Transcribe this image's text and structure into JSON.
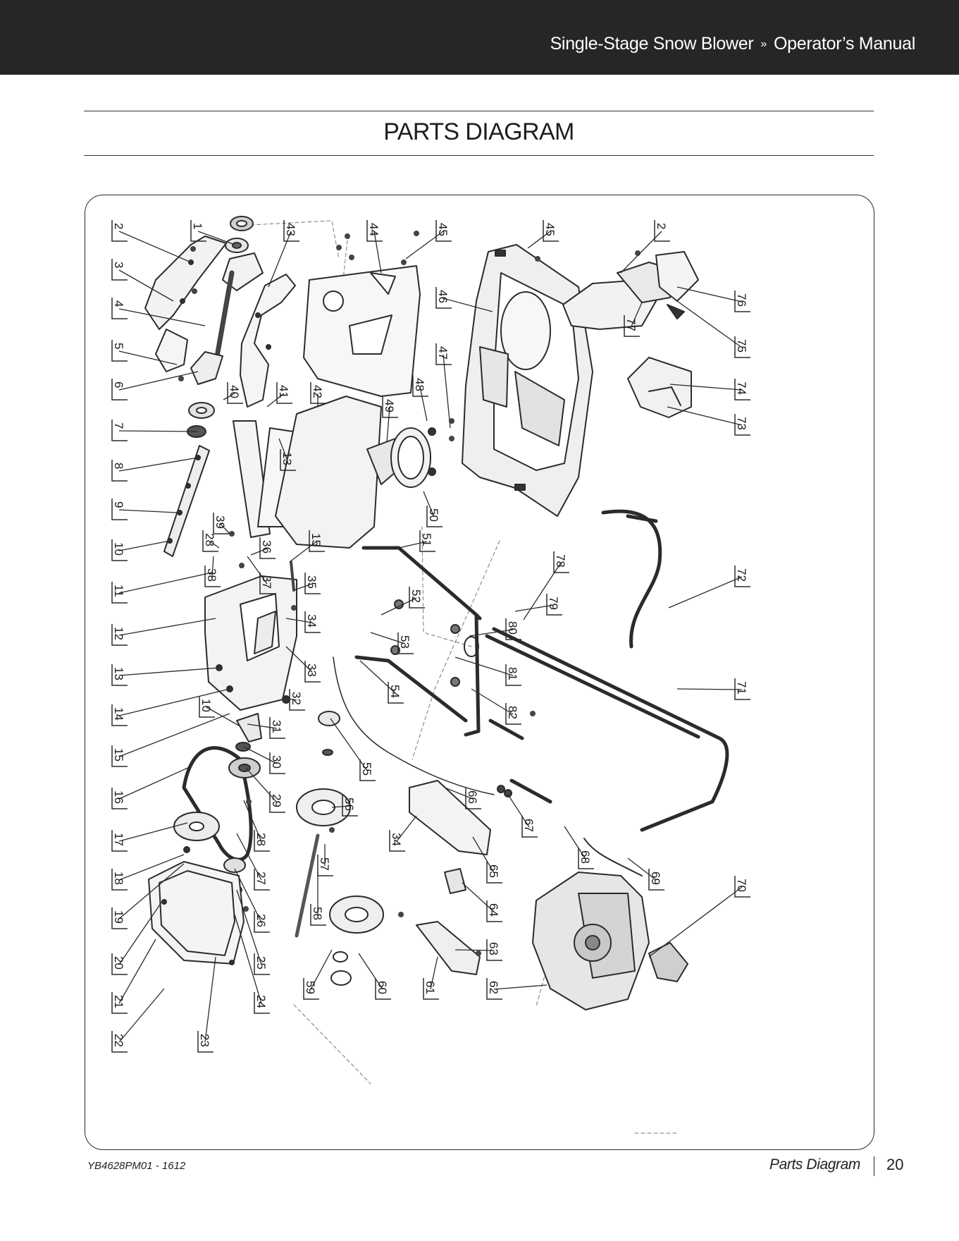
{
  "header": {
    "product": "Single-Stage Snow Blower",
    "separator": "»",
    "manual": "Operator’s Manual"
  },
  "page": {
    "title": "PARTS DIAGRAM"
  },
  "diagram": {
    "callouts": [
      "1",
      "2",
      "3",
      "4",
      "5",
      "6",
      "7",
      "8",
      "9",
      "10",
      "11",
      "12",
      "13",
      "14",
      "15",
      "16",
      "17",
      "18",
      "19",
      "20",
      "21",
      "22",
      "23",
      "24",
      "25",
      "26",
      "27",
      "28",
      "29",
      "30",
      "31",
      "32",
      "33",
      "34",
      "35",
      "36",
      "37",
      "38",
      "39",
      "40",
      "41",
      "42",
      "43",
      "44",
      "45",
      "46",
      "47",
      "48",
      "49",
      "50",
      "51",
      "52",
      "53",
      "54",
      "55",
      "56",
      "57",
      "58",
      "59",
      "60",
      "61",
      "62",
      "63",
      "64",
      "65",
      "66",
      "67",
      "68",
      "69",
      "70",
      "71",
      "72",
      "73",
      "74",
      "75",
      "76",
      "77",
      "78",
      "79",
      "80",
      "81",
      "82"
    ],
    "repeat_callouts": [
      "2",
      "10",
      "13",
      "15",
      "28",
      "34",
      "45"
    ]
  },
  "footer": {
    "code": "YB4628PM01 - 1612",
    "section": "Parts Diagram",
    "page_number": "20"
  }
}
